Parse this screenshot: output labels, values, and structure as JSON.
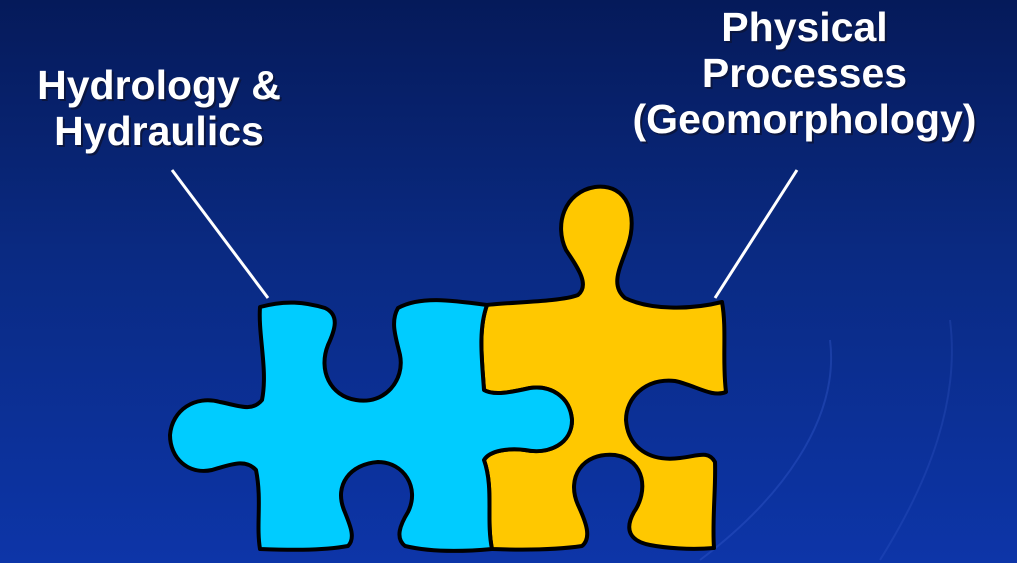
{
  "labels": {
    "left": {
      "line1": "Hydrology &",
      "line2": "Hydraulics",
      "piece_color": "#00ccff"
    },
    "right": {
      "line1": "Physical",
      "line2": "Processes",
      "line3": "(Geomorphology)",
      "piece_color": "#ffc800"
    }
  },
  "colors": {
    "background_top": "#051a5a",
    "background_bottom": "#0d35a8",
    "text": "#ffffff",
    "outline": "#000000"
  }
}
